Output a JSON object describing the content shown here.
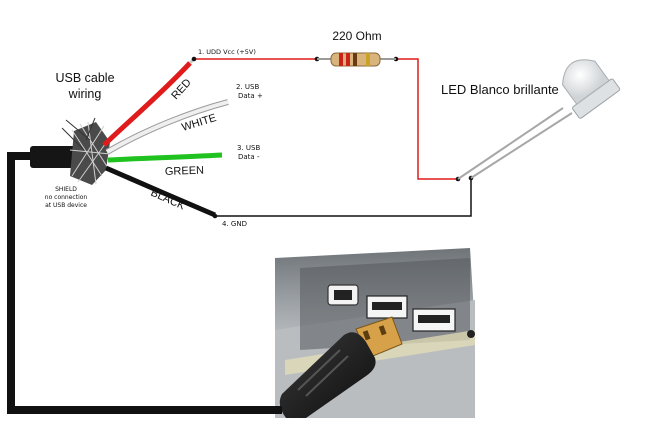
{
  "title": "USB cable wiring",
  "title_lines": [
    "USB cable",
    "wiring"
  ],
  "resistor_label": "220 Ohm",
  "led_label": "LED Blanco brillante",
  "wires": [
    {
      "name": "RED",
      "color": "#e01b1b",
      "pin": "1. UDD Vcc (+5V)"
    },
    {
      "name": "WHITE",
      "color": "#d8d8d8",
      "pin_lines": [
        "2. USB",
        "Data +"
      ]
    },
    {
      "name": "GREEN",
      "color": "#1fc21f",
      "pin_lines": [
        "3. USB",
        "Data -"
      ]
    },
    {
      "name": "BLACK",
      "color": "#111111",
      "pin": "4. GND"
    }
  ],
  "wire_labels": [
    "RED",
    "WHITE",
    "GREEN",
    "BLACK"
  ],
  "shield_note": [
    "SHIELD",
    "no connection",
    "at USB device"
  ],
  "colors": {
    "red_wire": "#e01b1b",
    "black_wire": "#111111",
    "green_wire": "#1fc21f",
    "white_wire": "#dcdcdc"
  }
}
